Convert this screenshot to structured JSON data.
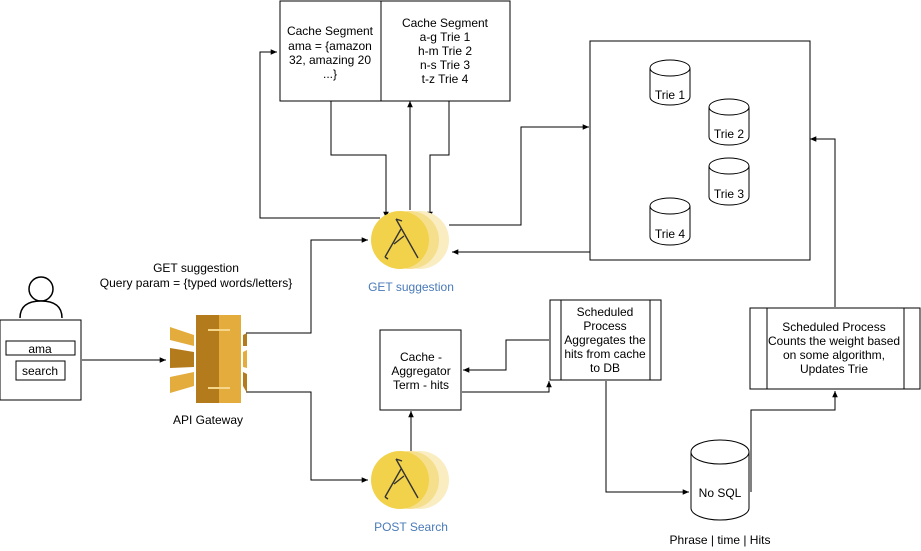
{
  "client": {
    "input_value": "ama",
    "search_label": "search"
  },
  "api_gateway": {
    "label": "API Gateway"
  },
  "get_request": {
    "line1": "GET suggestion",
    "line2": "Query param = {typed words/letters}"
  },
  "get_service": {
    "label": "GET suggestion"
  },
  "post_service": {
    "label": "POST Search"
  },
  "cache_segment_left": {
    "lines": [
      "Cache Segment",
      "ama = {amazon",
      "32, amazing 20",
      "...}"
    ]
  },
  "cache_segment_right": {
    "lines": [
      "Cache Segment",
      "a-g Trie 1",
      "h-m Trie 2",
      "n-s Trie 3",
      "t-z Trie 4"
    ]
  },
  "tries": {
    "items": [
      "Trie 1",
      "Trie 2",
      "Trie 3",
      "Trie 4"
    ]
  },
  "aggregator": {
    "lines": [
      "Cache -",
      "Aggregator",
      "Term - hits"
    ]
  },
  "scheduled_aggregate": {
    "lines": [
      "Scheduled",
      "Process",
      "Aggregates the",
      "hits from cache",
      "to DB"
    ]
  },
  "scheduled_weight": {
    "lines": [
      "Scheduled Process",
      "Counts the weight based",
      "on some algorithm,",
      "Updates Trie"
    ]
  },
  "nosql": {
    "label": "No SQL",
    "schema": "Phrase | time | Hits"
  },
  "colors": {
    "lambda_gold": "#f2d24b",
    "lambda_pale": "#f7e7a6",
    "gateway_dark": "#b47b1c",
    "gateway_light": "#e3ac3c",
    "service_label": "#4a7ab8"
  }
}
